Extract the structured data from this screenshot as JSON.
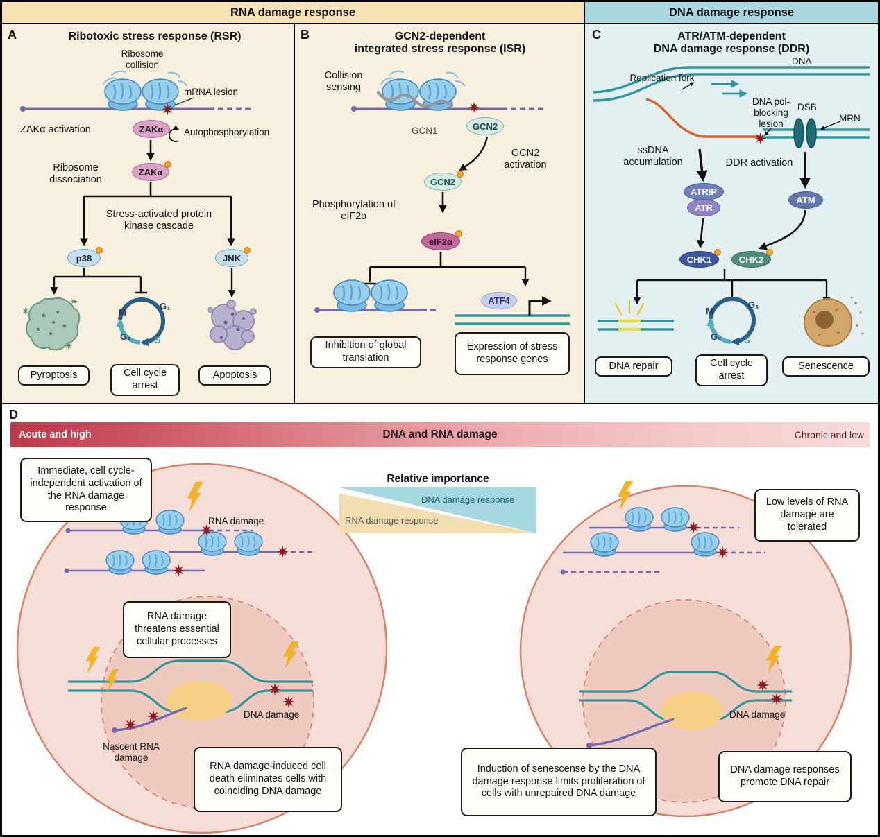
{
  "headers": {
    "rna": "RNA damage response",
    "dna": "DNA damage response"
  },
  "cell_cycle": {
    "m": "M",
    "g1": "G₁",
    "g2": "G₂",
    "s": "S"
  },
  "panel_a": {
    "label": "A",
    "title": "Ribotoxic stress response (RSR)",
    "ribosome_collision": "Ribosome collision",
    "mrna_lesion": "mRNA lesion",
    "zaka_activation": "ZAKα activation",
    "zaka": "ZAKα",
    "autophosphorylation": "Autophosphorylation",
    "ribosome_dissociation": "Ribosome dissociation",
    "cascade": "Stress-activated protein kinase cascade",
    "p38": "p38",
    "jnk": "JNK",
    "pyroptosis": "Pyroptosis",
    "cell_cycle_arrest": "Cell cycle arrest",
    "apoptosis": "Apoptosis"
  },
  "panel_b": {
    "label": "B",
    "title_line1": "GCN2-dependent",
    "title_line2": "integrated stress response (ISR)",
    "collision_sensing": "Collision sensing",
    "gcn1": "GCN1",
    "gcn2": "GCN2",
    "gcn2_activation": "GCN2 activation",
    "phosphorylation": "Phosphorylation of eIF2α",
    "eif2a": "eIF2α",
    "atf4": "ATF4",
    "inhibition": "Inhibition of global translation",
    "expression": "Expression of stress response genes"
  },
  "panel_c": {
    "label": "C",
    "title_line1": "ATR/ATM-dependent",
    "title_line2": "DNA damage response (DDR)",
    "dna": "DNA",
    "replication_fork": "Replication fork",
    "pol_blocking_lesion": "DNA pol-blocking lesion",
    "dsb": "DSB",
    "mrn": "MRN",
    "ssdna_accumulation": "ssDNA accumulation",
    "ddr_activation": "DDR activation",
    "atrip": "ATRIP",
    "atr": "ATR",
    "atm": "ATM",
    "chk1": "CHK1",
    "chk2": "CHK2",
    "dna_repair": "DNA repair",
    "cell_cycle_arrest": "Cell cycle arrest",
    "senescence": "Senescence"
  },
  "panel_d": {
    "label": "D",
    "gradient_bar": {
      "left": "Acute and high",
      "center": "DNA and RNA damage",
      "right": "Chronic and low"
    },
    "relative_importance": "Relative importance",
    "ddr_wedge": "DNA damage response",
    "rdr_wedge": "RNA damage response",
    "left_cell": {
      "box_immediate": "Immediate, cell cycle-independent activation of the RNA damage response",
      "rna_damage": "RNA damage",
      "box_threatens": "RNA damage threatens essential cellular processes",
      "dna_damage": "DNA damage",
      "nascent_rna_damage": "Nascent RNA damage",
      "box_cell_death": "RNA damage-induced cell death eliminates cells with coinciding DNA damage"
    },
    "right_cell": {
      "box_low_levels": "Low levels of RNA damage are tolerated",
      "dna_damage": "DNA damage",
      "box_senescence": "Induction of senescense by the DNA damage response limits proliferation of cells with unrepaired DNA damage",
      "box_promote": "DNA damage responses promote DNA repair"
    }
  }
}
